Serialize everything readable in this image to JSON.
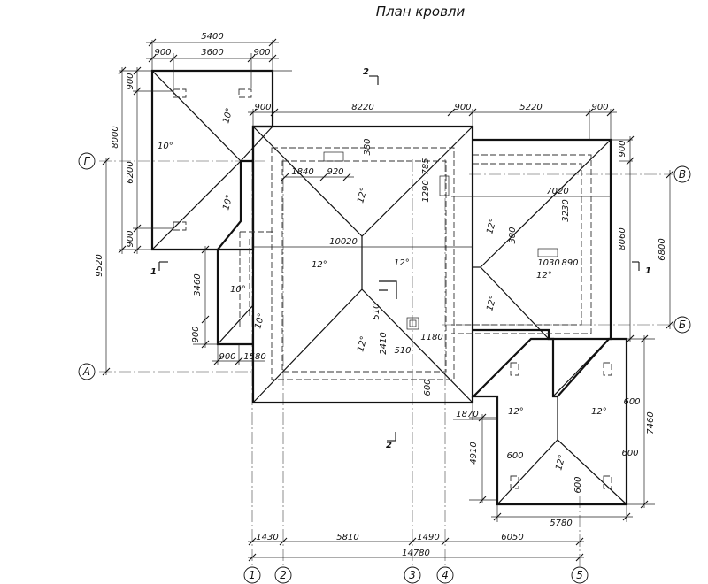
{
  "title": "План кровли",
  "axes": {
    "g": "Г",
    "a": "А",
    "v": "В",
    "b": "Б",
    "n1": "1",
    "n2": "2",
    "n3": "3",
    "n4": "4",
    "n5": "5"
  },
  "sections": {
    "s1_left": "1",
    "s1_right": "1",
    "s2_top": "2",
    "s2_bottom": "2"
  },
  "slopes": {
    "left_wing_top": "10°",
    "left_wing_mid": "10°",
    "left_wing_low": "10°",
    "left_ext": "10°",
    "left_ext_low": "10°",
    "main_top": "12°",
    "main_left": "12°",
    "main_right": "12°",
    "main_bottom": "12°",
    "right_top": "12°",
    "right_mid": "12°",
    "right_left": "12°",
    "low_left": "12°",
    "low_right": "12°",
    "low_bottom": "12°"
  },
  "dims": {
    "d5400": "5400",
    "d900a": "900",
    "d3600": "3600",
    "d900b": "900",
    "d900c": "900",
    "d8220": "8220",
    "d900d": "900",
    "d5220": "5220",
    "d900e": "900",
    "d380": "380",
    "d1840": "1840",
    "d920": "920",
    "d785": "785",
    "d1290": "1290",
    "d7020": "7020",
    "d3230": "3230",
    "d380b": "380",
    "d1030": "1030",
    "d890": "890",
    "d10020": "10020",
    "d3460": "3460",
    "d510a": "510",
    "d2410": "2410",
    "d510b": "510",
    "d1180": "1180",
    "d900f": "900",
    "d900g": "900",
    "d1580": "1580",
    "d600a": "600",
    "d1870": "1870",
    "d4910": "4910",
    "d600b": "600",
    "d600c": "600",
    "d600d": "600",
    "d600e": "600",
    "d5780": "5780",
    "d7460": "7460",
    "d8060": "8060",
    "d6800": "6800",
    "d900h": "900",
    "d900i": "900",
    "d8000": "8000",
    "d6200": "6200",
    "d900j": "900",
    "d9520": "9520",
    "d1430": "1430",
    "d5810": "5810",
    "d1490": "1490",
    "d6050": "6050",
    "d14780": "14780"
  }
}
